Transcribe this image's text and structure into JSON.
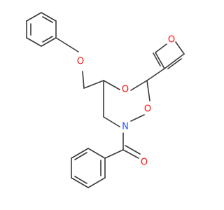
{
  "molecule": {
    "atom_labels": {
      "ether_oxygen": "O",
      "ring_oxygen_top": "O",
      "ring_oxygen_bottom": "O",
      "ring_nitrogen": "N",
      "carbonyl_oxygen": "O",
      "furan_oxygen": "O"
    },
    "colors": {
      "bond": "#3a3a3a",
      "oxygen": "#ff0d0d",
      "nitrogen": "#3050f8",
      "background": "#ffffff"
    }
  }
}
